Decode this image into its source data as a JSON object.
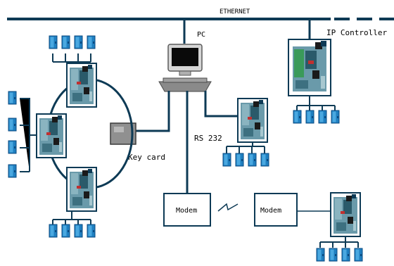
{
  "labels": {
    "ethernet": "ETHERNET",
    "pc": "PC",
    "ip_controller": "IP Controller",
    "key_card": "Key card",
    "rs232": "RS 232",
    "modem_left": "Modem",
    "modem_right": "Modem"
  },
  "colors": {
    "line": "#0d3a55",
    "board": "#6a9aaa",
    "board_dark": "#2a5a6a",
    "door": "#1f7fc0",
    "door_dark": "#0a4a80",
    "dashed": "#0d3a55"
  },
  "icons": [
    "controller-board-icon",
    "door-icon",
    "pc-icon",
    "keycard-reader-icon"
  ]
}
